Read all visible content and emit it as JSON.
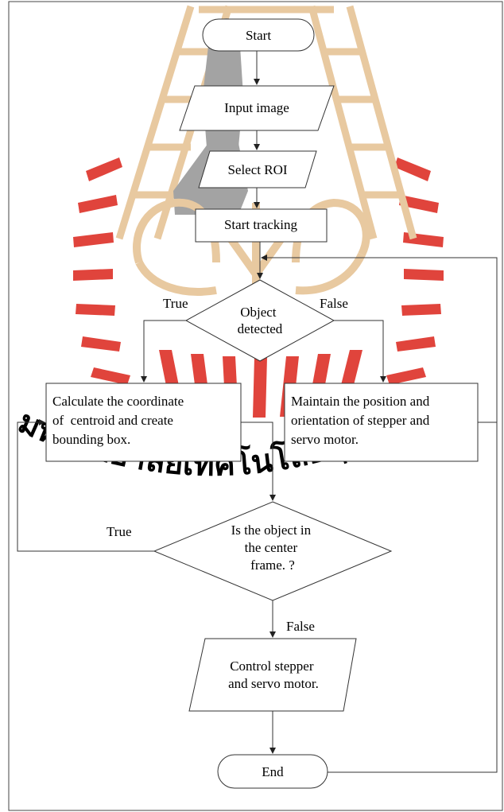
{
  "watermark": {
    "text": "มหาวิทยาลัยเทคโนโลยีสุรนารี",
    "colors": {
      "red": "#e0443c",
      "gold": "#e8c9a0",
      "figure": "#a3a3a3",
      "text": "#d9d9d9"
    }
  },
  "nodes": {
    "start": "Start",
    "input_image": "Input image",
    "select_roi": "Select ROI",
    "start_tracking": "Start tracking",
    "object_detected": [
      "Object",
      "detected"
    ],
    "calculate": [
      "Calculate the coordinate",
      "of  centroid and create",
      "bounding box."
    ],
    "maintain": [
      "Maintain the position and",
      "orientation of stepper and",
      "servo motor."
    ],
    "center_frame": [
      "Is the object in",
      "the center",
      "frame. ?"
    ],
    "control": [
      "Control stepper",
      "and servo motor."
    ],
    "end": "End"
  },
  "edge_labels": {
    "detected_true": "True",
    "detected_false": "False",
    "center_true": "True",
    "center_false": "False"
  }
}
